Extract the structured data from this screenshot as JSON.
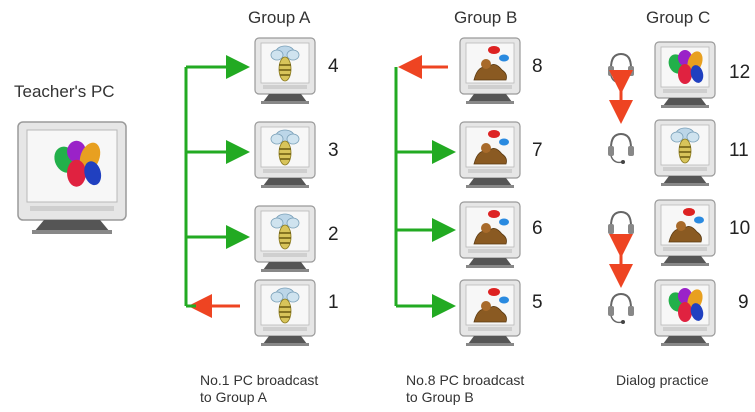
{
  "teacher_label": "Teacher's PC",
  "groups": [
    {
      "title": "Group A",
      "pcs": [
        "4",
        "3",
        "2",
        "1"
      ],
      "caption": [
        "No.1 PC broadcast",
        "to Group A"
      ]
    },
    {
      "title": "Group B",
      "pcs": [
        "8",
        "7",
        "6",
        "5"
      ],
      "caption": [
        "No.8 PC broadcast",
        "to Group B"
      ]
    },
    {
      "title": "Group C",
      "pcs": [
        "12",
        "11",
        "10",
        "9"
      ],
      "caption": [
        "Dialog practice",
        ""
      ]
    }
  ],
  "colors": {
    "green": "#22aa22",
    "red": "#ee4422",
    "monitor": "#d8d8d8"
  },
  "icons": [
    "monitor-icon",
    "headset-icon",
    "bee-icon",
    "bear-icon",
    "fruit-icon"
  ]
}
